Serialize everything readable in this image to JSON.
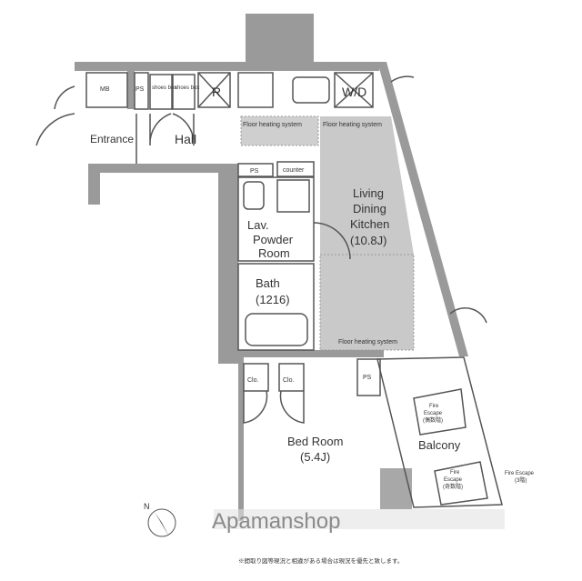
{
  "rooms": {
    "mb": "MB",
    "ps_top": "PS",
    "shoes_box_1": "shoes box",
    "shoes_box_2": "shoes box",
    "refrigerator": "R",
    "washer_dryer": "W/D",
    "entrance": "Entrance",
    "hall": "Hall",
    "floor_heating_1": "Floor heating system",
    "floor_heating_2": "Floor heating system",
    "floor_heating_3": "Floor heating system",
    "ps_mid": "PS",
    "counter": "counter",
    "ldk_line1": "Living",
    "ldk_line2": "Dining",
    "ldk_line3": "Kitchen",
    "ldk_size": "(10.8J)",
    "lav_line1": "Lav.",
    "lav_line2": "Powder",
    "lav_line3": "Room",
    "bath": "Bath",
    "bath_size": "(1216)",
    "closet_1": "Clo.",
    "closet_2": "Clo.",
    "ps_bed": "PS",
    "bedroom": "Bed Room",
    "bedroom_size": "(5.4J)",
    "balcony": "Balcony",
    "fire_escape_even_1": "Fire",
    "fire_escape_even_2": "Escape",
    "fire_escape_even_3": "(偶数階)",
    "fire_escape_odd_1": "Fire",
    "fire_escape_odd_2": "Escape",
    "fire_escape_odd_3": "(奇数階)",
    "fire_escape_3f_1": "Fire Escape",
    "fire_escape_3f_2": "(3階)"
  },
  "compass": "N",
  "watermark": "Apamanshop",
  "footnote": "※間取り図等現況と相違がある場合は現況を優先と致します。"
}
